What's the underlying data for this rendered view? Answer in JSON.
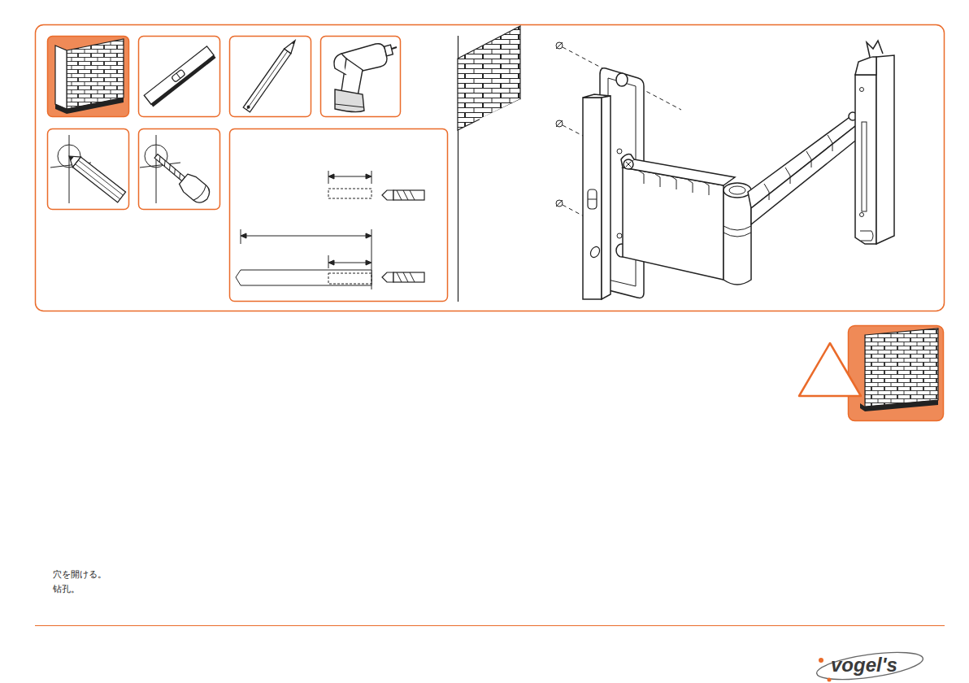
{
  "diagram": {
    "labels": [
      "穴を開ける。",
      "钻孔。",
      "vogel's"
    ]
  }
}
